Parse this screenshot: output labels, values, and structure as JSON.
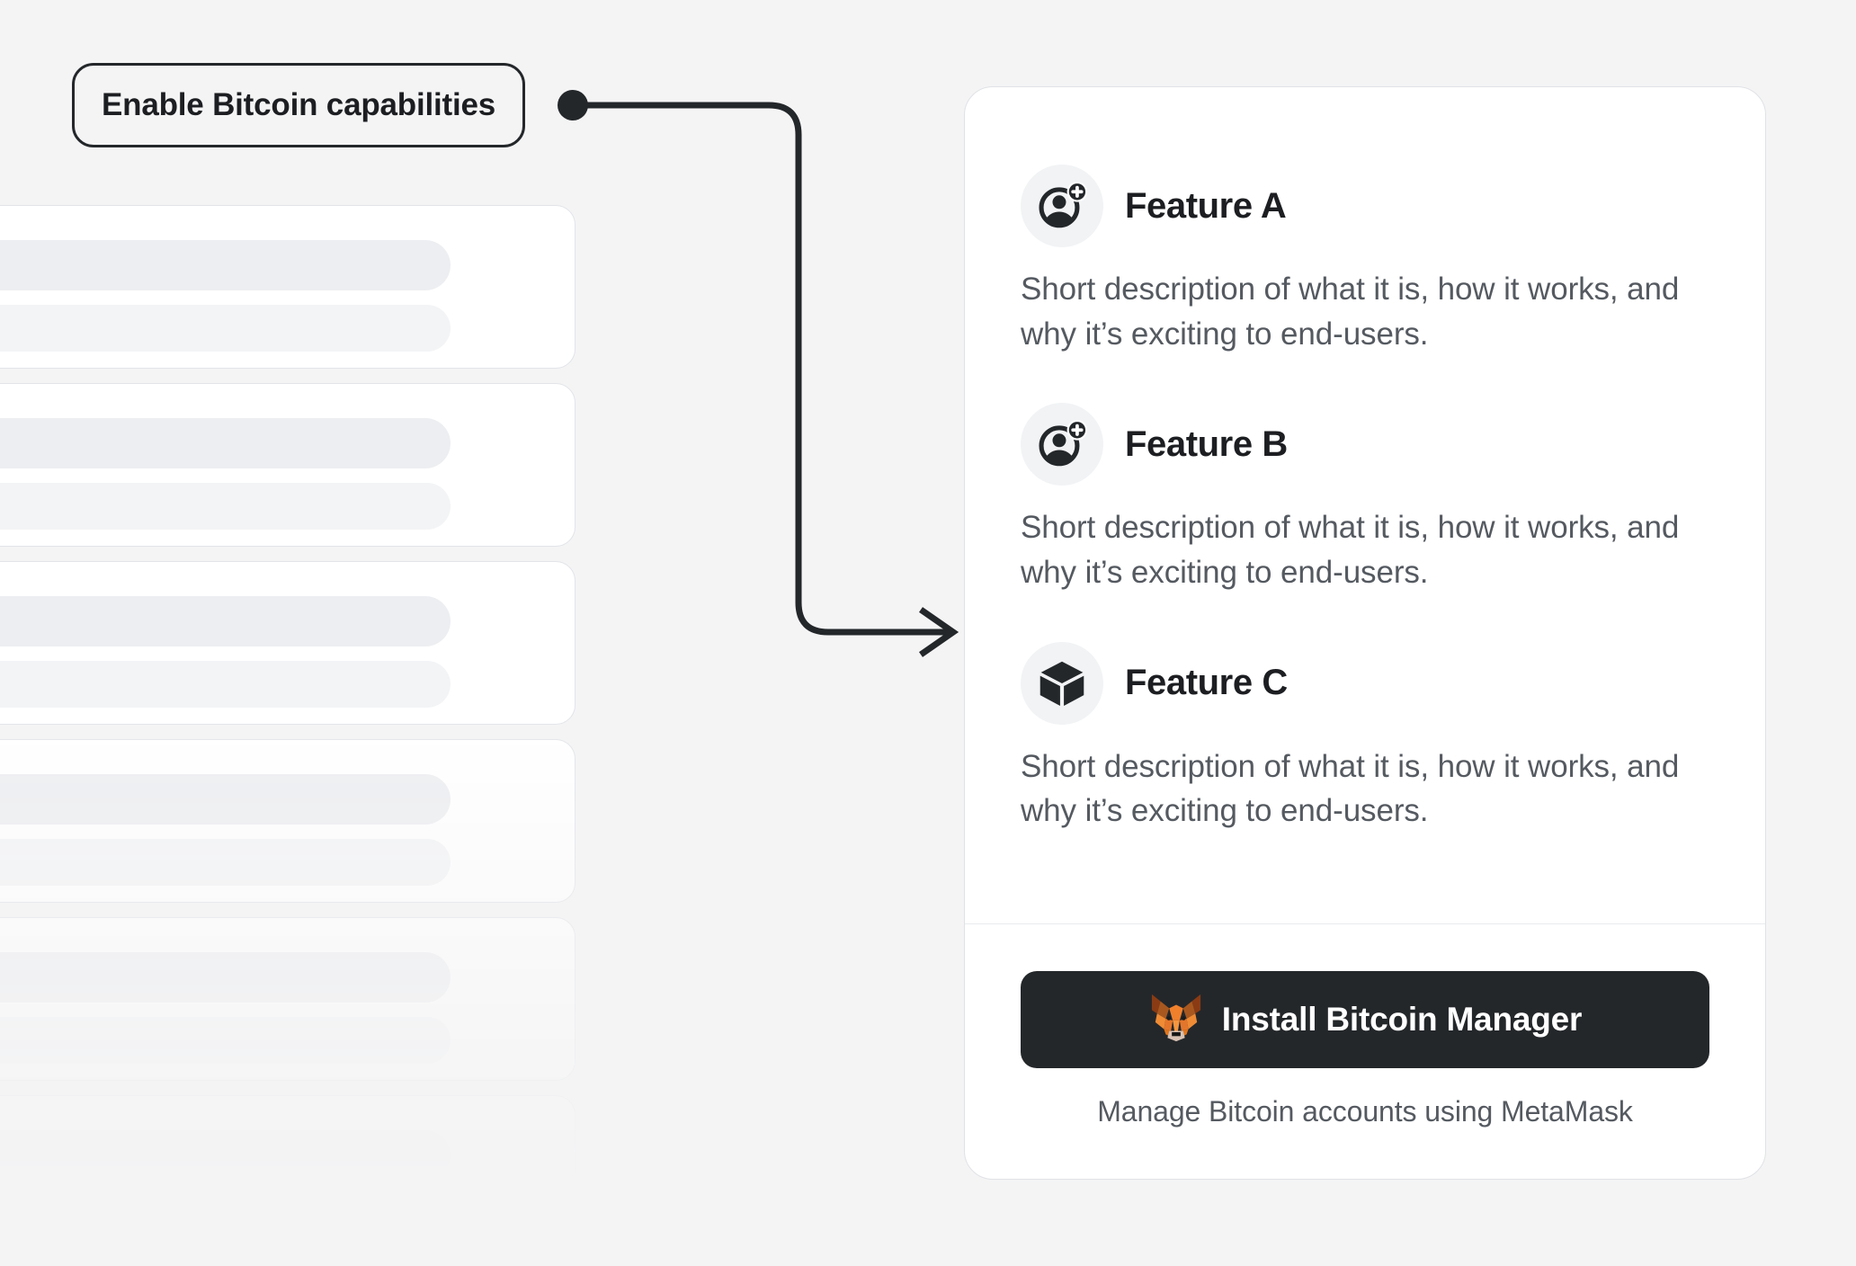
{
  "background_color": "#f4f4f5",
  "annotation": {
    "label": "Enable Bitcoin capabilities",
    "connector_color": "#24272a"
  },
  "skeleton": {
    "card_count": 6,
    "card_color": "#ffffff",
    "bar_color": "#edeef1"
  },
  "card": {
    "features": [
      {
        "icon": "add-account-icon",
        "title": "Feature A",
        "description": "Short description of what it is, how it works, and why it’s exciting to end-users."
      },
      {
        "icon": "add-account-icon",
        "title": "Feature B",
        "description": "Short description of what it is, how it works, and why it’s exciting to end-users."
      },
      {
        "icon": "cube-icon",
        "title": "Feature C",
        "description": "Short description of what it is, how it works, and why it’s exciting to end-users."
      }
    ],
    "footer": {
      "install_button_label": "Install Bitcoin Manager",
      "install_button_icon": "metamask-fox-icon",
      "install_button_color": "#24272a",
      "caption": "Manage Bitcoin accounts using MetaMask"
    }
  }
}
